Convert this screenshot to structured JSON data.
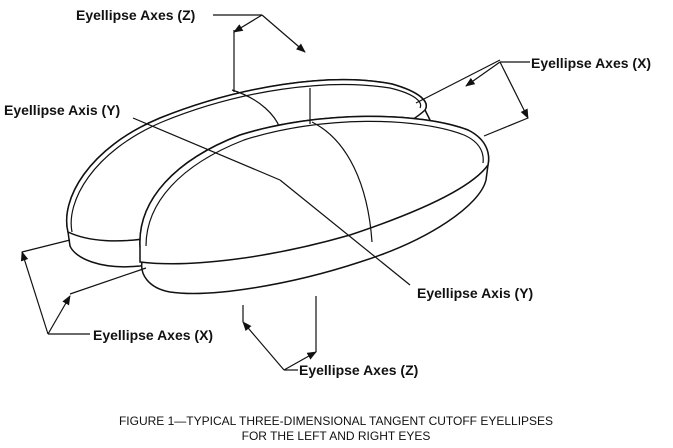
{
  "labels": {
    "axes_z_top": "Eyellipse Axes (Z)",
    "axes_x_right": "Eyellipse Axes (X)",
    "axis_y_left": "Eyellipse Axis (Y)",
    "axis_y_right": "Eyellipse Axis (Y)",
    "axes_x_left": "Eyellipse Axes (X)",
    "axes_z_bottom": "Eyellipse Axes (Z)"
  },
  "caption": {
    "line1": "FIGURE 1—TYPICAL THREE-DIMENSIONAL TANGENT CUTOFF EYELLIPSES",
    "line2": "FOR THE LEFT AND RIGHT EYES"
  }
}
